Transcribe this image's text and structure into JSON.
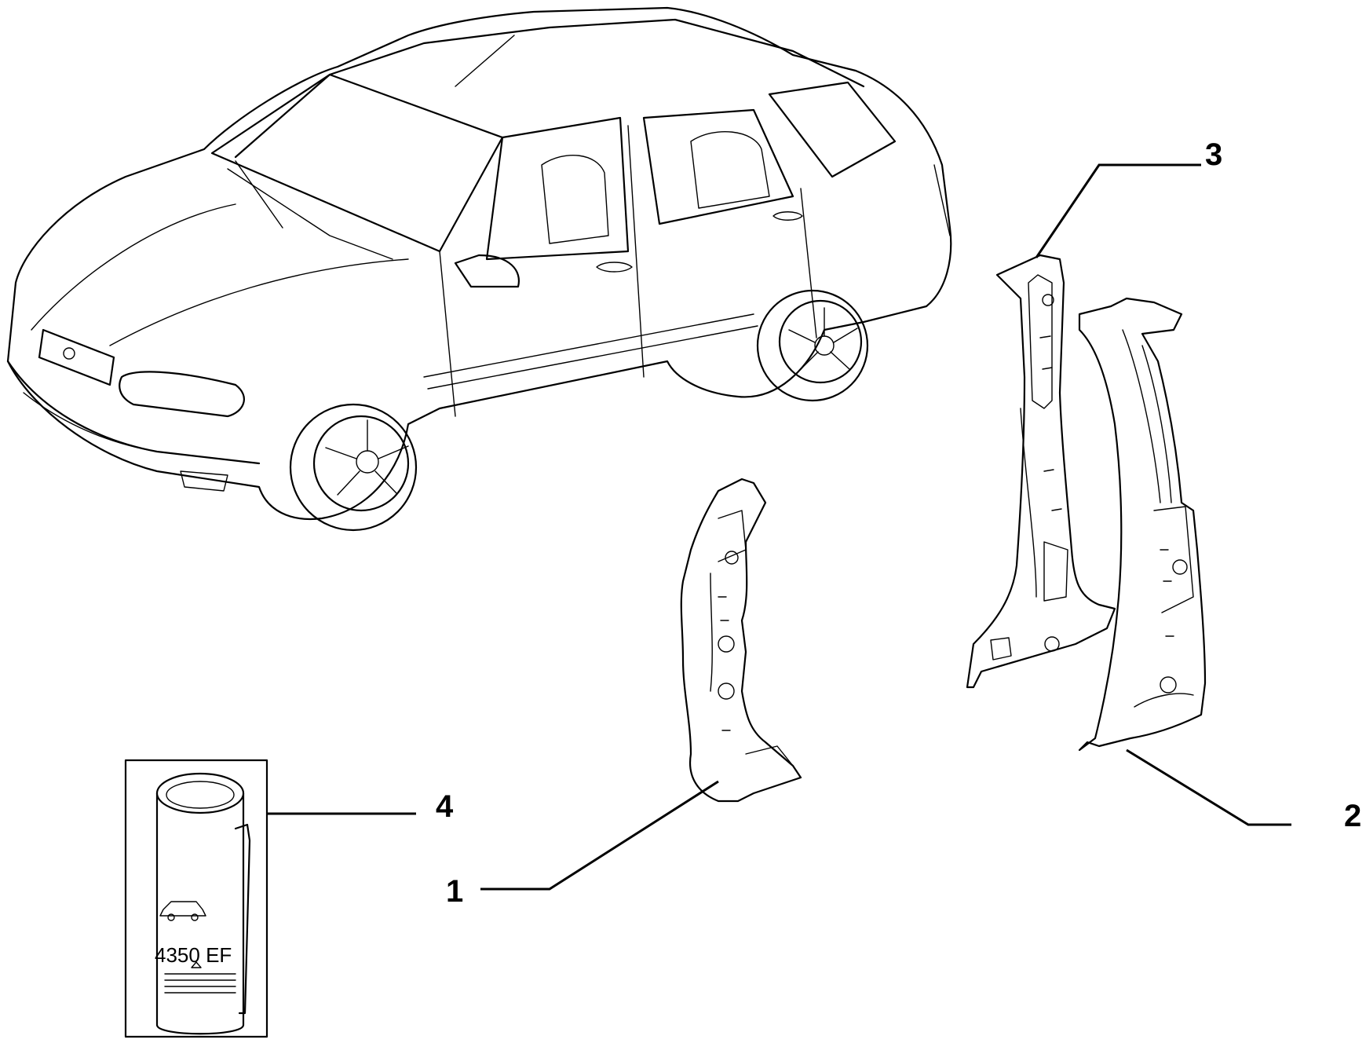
{
  "diagram": {
    "callouts": [
      {
        "id": "1",
        "label": "1"
      },
      {
        "id": "2",
        "label": "2"
      },
      {
        "id": "3",
        "label": "3"
      },
      {
        "id": "4",
        "label": "4"
      }
    ],
    "sealant_can": {
      "code_text": "4350 EF"
    }
  }
}
